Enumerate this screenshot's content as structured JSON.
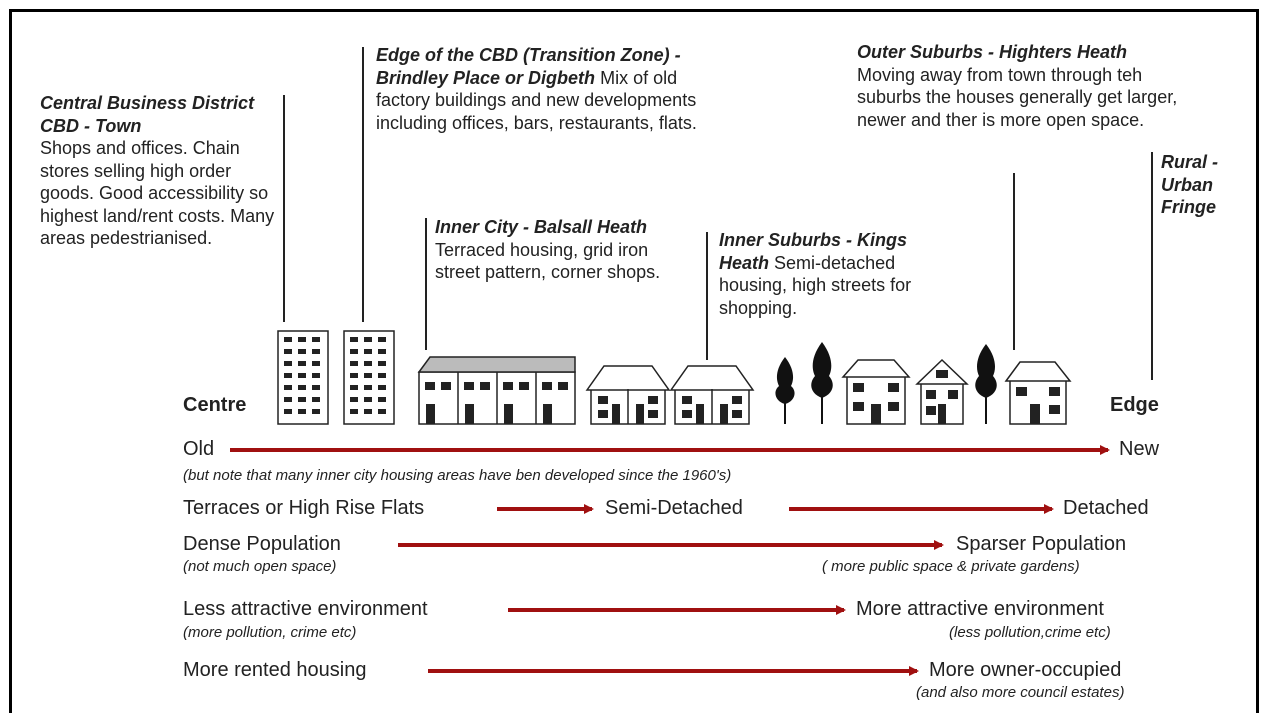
{
  "zones": {
    "cbd": {
      "title": "Central Business District CBD - Town",
      "text": "Shops and offices. Chain stores  selling high order goods. Good accessibility so highest land/rent costs. Many areas pedestrianised."
    },
    "transition": {
      "title": "Edge of the CBD (Transition Zone) - Brindley Place or Digbeth",
      "text": "Mix of old factory buildings and new developments including offices, bars, restaurants, flats."
    },
    "inner_city": {
      "title": "Inner City - Balsall Heath",
      "text": "Terraced housing, grid iron street pattern, corner shops."
    },
    "inner_suburbs": {
      "title": "Inner Suburbs - Kings Heath",
      "text": "Semi-detached housing, high streets for shopping."
    },
    "outer_suburbs": {
      "title": "Outer Suburbs - Highters Heath",
      "text": "Moving away from town through teh suburbs the houses generally get larger, newer and ther is more open space."
    },
    "rural": {
      "title": "Rural - Urban Fringe"
    }
  },
  "axis": {
    "left": "Centre",
    "right": "Edge"
  },
  "rows": {
    "age": {
      "left": "Old",
      "right": "New",
      "note": "(but note that many inner city housing areas have ben developed since the 1960's)"
    },
    "housing": {
      "left": "Terraces or High Rise Flats",
      "middle": "Semi-Detached",
      "right": "Detached"
    },
    "population": {
      "left": "Dense Population",
      "right": "Sparser Population",
      "left_note": "(not much open space)",
      "right_note": "( more public space & private gardens)"
    },
    "environment": {
      "left": "Less attractive environment",
      "right": "More attractive environment",
      "left_note": "(more pollution, crime etc)",
      "right_note": "(less pollution,crime etc)"
    },
    "tenure": {
      "left": "More rented housing",
      "right": "More owner-occupied",
      "right_note": "(and also more council estates)"
    }
  },
  "colors": {
    "arrow": "#a01010",
    "ink": "#222222"
  },
  "icons": [
    "high-rise-flats-icon",
    "terraced-houses-icon",
    "semi-detached-house-icon",
    "tree-icon",
    "detached-house-icon"
  ]
}
